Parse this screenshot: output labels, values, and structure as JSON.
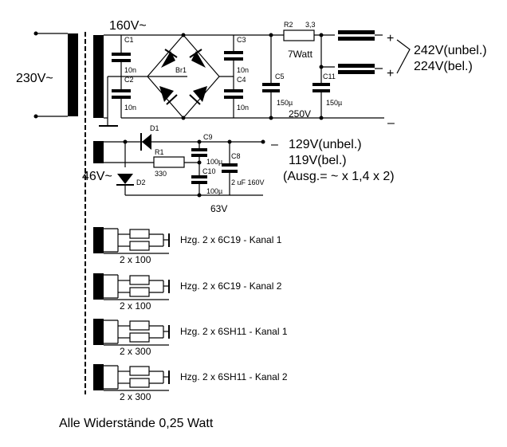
{
  "diagram": {
    "primary_voltage": "230V~",
    "secondary_voltage_hv": "160V~",
    "secondary_voltage_lv": "46V~",
    "hv_supply": {
      "c1": "C1",
      "c2": "C2",
      "c3": "C3",
      "c4": "C4",
      "c1_value": "10n",
      "c2_value": "10n",
      "c3_value": "10n",
      "c4_value": "10n",
      "bridge": "Br1",
      "r2": "R2",
      "r2_value": "3,3",
      "r2_power": "7Watt",
      "c5": "C5",
      "c5_value": "150µ",
      "c11": "C11",
      "c11_value": "150µ",
      "cap_voltage": "250V",
      "out_plus_1": "+",
      "out_plus_2": "+",
      "out_minus": "–",
      "out_unloaded": "242V(unbel.)",
      "out_loaded": "224V(bel.)"
    },
    "bias_supply": {
      "d1": "D1",
      "d2": "D2",
      "r1": "R1",
      "r1_value": "330",
      "c9": "C9",
      "c9_value": "100µ",
      "c10": "C10",
      "c10_value": "100µ",
      "c8": "C8",
      "c8_value": "2 uF 160V",
      "cap_voltage": "63V",
      "out_minus": "–",
      "out_unloaded": "129V(unbel.)",
      "out_loaded": "119V(bel.)",
      "formula": "(Ausg.= ~ x 1,4 x 2)"
    },
    "heaters": [
      {
        "label": "Hzg. 2 x 6C19 - Kanal 1",
        "resistors": "2 x 100"
      },
      {
        "label": "Hzg. 2 x 6C19 - Kanal 2",
        "resistors": "2 x 100"
      },
      {
        "label": "Hzg. 2 x 6SH11 - Kanal 1",
        "resistors": "2 x 300"
      },
      {
        "label": "Hzg. 2 x 6SH11 - Kanal 2",
        "resistors": "2 x 300"
      }
    ],
    "footnote": "Alle Widerstände 0,25 Watt"
  }
}
